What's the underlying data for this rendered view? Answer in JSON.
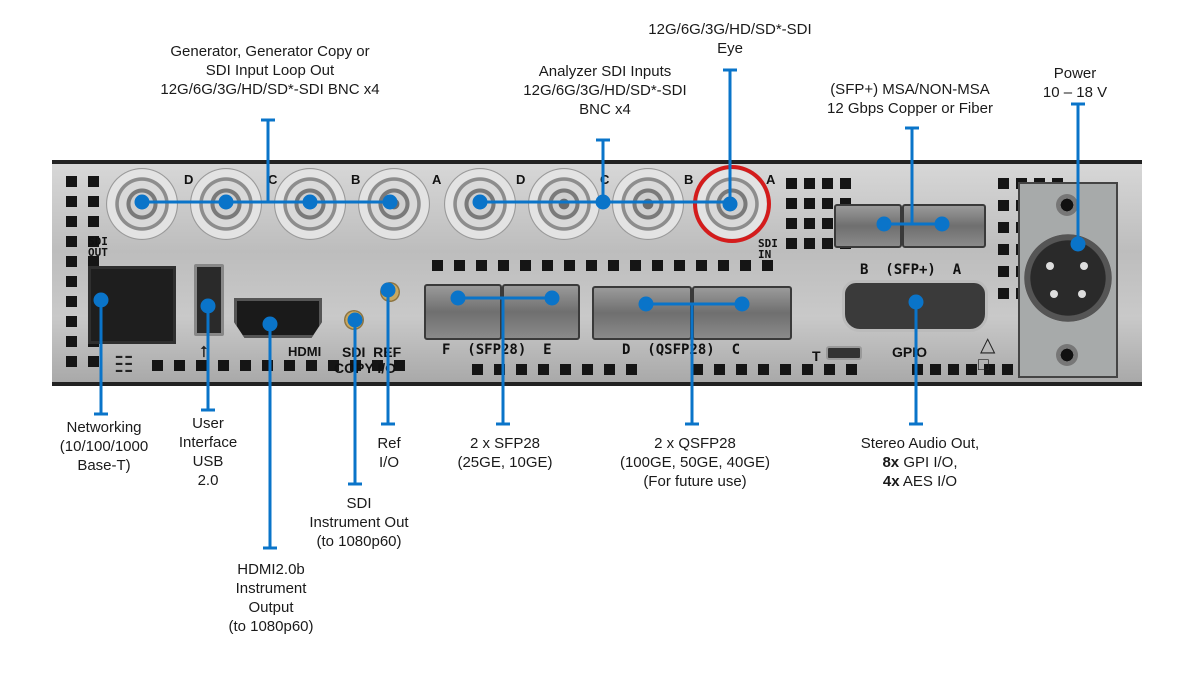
{
  "colors": {
    "callout": "#0a74c9",
    "eye_highlight": "#d41c1c",
    "panel": "#c4c4c4"
  },
  "labels": {
    "generator": "Generator, Generator Copy or\nSDI Input Loop Out\n12G/6G/3G/HD/SD*-SDI BNC x4",
    "analyzer": "Analyzer SDI Inputs\n12G/6G/3G/HD/SD*-SDI\nBNC x4",
    "eye": "12G/6G/3G/HD/SD*-SDI\nEye",
    "sfp_msa": "(SFP+) MSA/NON-MSA\n12 Gbps Copper or Fiber",
    "power": "Power\n10 – 18 V",
    "networking": "Networking\n(10/100/1000\nBase-T)",
    "usb": "User\nInterface\nUSB\n2.0",
    "hdmi": "HDMI2.0b\nInstrument\nOutput\n(to 1080p60)",
    "sdi_out": "SDI\nInstrument Out\n(to 1080p60)",
    "ref": "Ref\nI/O",
    "sfp28": "2 x SFP28\n(25GE, 10GE)",
    "qsfp28": "2 x QSFP28\n(100GE, 50GE, 40GE)\n(For future use)",
    "audio_line1": "Stereo Audio Out,",
    "audio_line2_bold": "8x",
    "audio_line2_rest": " GPI I/O,",
    "audio_line3_bold": "4x",
    "audio_line3_rest": " AES I/O"
  },
  "panel_text": {
    "bnc_letters": [
      "D",
      "C",
      "B",
      "A",
      "D",
      "C",
      "B",
      "A"
    ],
    "sdi_out": "SDI\nOUT",
    "sdi_in": "SDI\nIN",
    "hdmi": "HDMI",
    "sdi_ref": "SDI  REF",
    "copy_io": "COPY I/O",
    "sfp28_ports": "F  (SFP28)  E",
    "qsfp28_ports": "D  (QSFP28)  C",
    "sfp_plus_ports": "B  (SFP+)  A",
    "gpio": "GPIO",
    "t": "T"
  }
}
